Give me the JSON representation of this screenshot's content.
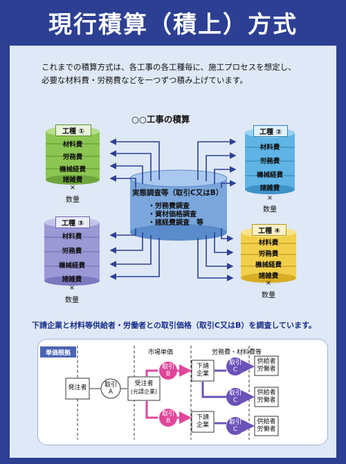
{
  "title": "現行積算（積上）方式",
  "intro": {
    "line1": "これまでの積算方式は、各工事の各工種毎に、施工プロセスを想定し、",
    "line2": "必要な材料費・労務費などを一つずつ積み上げています。"
  },
  "diagram_title": "○○工事の積算",
  "works": [
    {
      "label": "工種 ①",
      "costs": [
        "材料費",
        "労務費",
        "機械経費",
        "諸雑費"
      ],
      "times": "×",
      "qty": "数量"
    },
    {
      "label": "工種 ②",
      "costs": [
        "材料費",
        "労務費",
        "機械経費",
        "諸雑費"
      ],
      "times": "×",
      "qty": "数量"
    },
    {
      "label": "工種 ③",
      "costs": [
        "材料費",
        "労務費",
        "機械経費",
        "諸雑費"
      ],
      "times": "×",
      "qty": "数量"
    },
    {
      "label": "工種 ④",
      "costs": [
        "材料費",
        "労務費",
        "機械経費",
        "諸雑費"
      ],
      "times": "×",
      "qty": "数量"
    }
  ],
  "center": {
    "title": "実態調査等（取引C又はB）",
    "items": [
      "・労務費調査",
      "・資材価格調査",
      "・諸経費調査　等"
    ]
  },
  "survey_text": "下請企業と材料等供給者・労働者との取引価格（取引C又はB）を調査しています。",
  "flow": {
    "tag": "単価根拠",
    "market_price": "市場単価",
    "labor_material": "労務費・材料費等",
    "client": "発注者",
    "contractor_line1": "受注者",
    "contractor_line2": "(元請企業)",
    "trade_a_line1": "取引",
    "trade_a_line2": "A",
    "trade_b_line1": "取引",
    "trade_b_line2": "B",
    "trade_c_line1": "取引",
    "trade_c_line2": "C",
    "sub_line1": "下請",
    "sub_line2": "企業",
    "supplier_line1": "供給者",
    "supplier_line2": "労働者"
  },
  "colors": {
    "navy": "#2c3f93",
    "panel": "#dfe8f6",
    "green": "#8cc652",
    "blue": "#5fb4e5",
    "purple": "#9b98d6",
    "yellow": "#f2cf4a",
    "center": "#7aa6dc",
    "pink": "#e0469a",
    "violet": "#6a52b8",
    "arrow": "#2c3f93"
  }
}
